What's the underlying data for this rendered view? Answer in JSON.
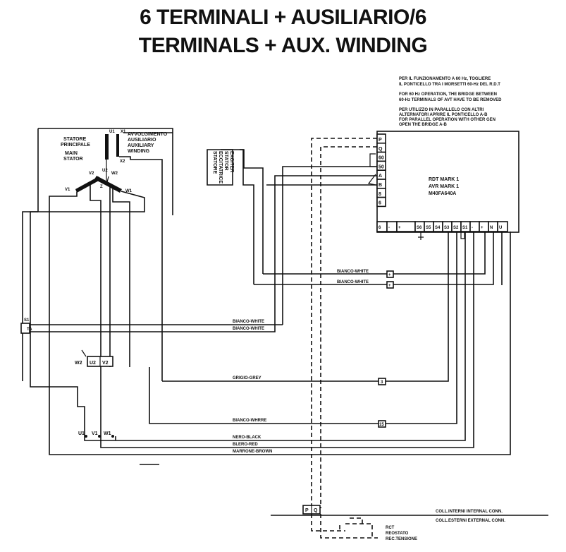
{
  "title": {
    "line1": "6 TERMINALI + AUSILIARIO/6",
    "line2": "TERMINALS + AUX. WINDING"
  },
  "notes": {
    "n1a": "PER IL FUNZIONAMENTO A 60 Hz, TOGLIERE",
    "n1b": "IL PONTICELLO TRA I MORSETTI 60-Hz DEL R.D.T",
    "n2a": "FOR 60 Hz OPERATION, THE BRIDGE BETWEEN",
    "n2b": "60-Hz TERMINALS OF AVT HAVE TO BE REMOVED",
    "n3a": "PER UTILIZZO IN PARALLELO CON ALTRI",
    "n3b": "ALTERNATORI APRIRE IL PONTICELLO A-B",
    "n3c": "FOR PARALLEL OPERATION WITH OTHER GEN",
    "n3d": "OPEN THE BRIDGE A-B"
  },
  "stator": {
    "it1": "STATORE",
    "it2": "PRINCIPALE",
    "en1": "MAIN",
    "en2": "STATOR"
  },
  "aux_winding": {
    "it1": "AVVOLGIMENTO",
    "it2": "AUSILIARIO",
    "en1": "AUXILIARY",
    "en2": "WINDING"
  },
  "exciter": {
    "it1": "STATORE",
    "it2": "ECCITATRICE",
    "en1": "STATOR",
    "en2": "EXCITER"
  },
  "coil_labels": {
    "u1": "U1",
    "u2": "U2",
    "v1": "V1",
    "v2": "V2",
    "w1": "W1",
    "w2": "W2",
    "x1": "X1",
    "x2": "X2",
    "z": "Z"
  },
  "avr": {
    "line1": "RDT MARK 1",
    "line2": "AVR MARK 1",
    "line3": "M40FA640A",
    "left_terminals": [
      "P",
      "Q",
      "60",
      "50",
      "A",
      "B",
      "8",
      "6"
    ],
    "bottom_terminals": [
      "6",
      "-",
      "+",
      "S6",
      "S5",
      "S4",
      "S3",
      "S2",
      "S1",
      "-",
      "+",
      "N",
      "U"
    ]
  },
  "wires": {
    "bianco_white_1": "BIANCO-WHITE",
    "bianco_white_2": "BIANCO-WHITE",
    "bianco_white_3": "BIANCO-WHITE",
    "bianco_white_4": "BIANCO-WHITE",
    "grigio_grey": "GRIGIO-GREY",
    "bianco_whrre": "BIANCO-WHRRE",
    "nero_black": "NERO-BLACK",
    "blero_red": "BLERO-RED",
    "marrone_brown": "MARRONE-BROWN"
  },
  "connectors": {
    "plus1": "+",
    "plus2": "+",
    "c3": "3",
    "c15": "15"
  },
  "terminal_block": {
    "w2": "W2",
    "u2": "U2",
    "v2": "V2",
    "u1": "U1",
    "v1": "V1",
    "w1": "W1"
  },
  "ta": {
    "label": "TA",
    "s1": "S1"
  },
  "connection_line": {
    "internal": "COLL.INTERNI INTERNAL CONN.",
    "external": "COLL.ESTERNI EXTERNAL CONN."
  },
  "rct": {
    "line1": "RCT",
    "line2": "REOSTATO",
    "line3": "REC.TENSIONE",
    "p": "P",
    "q": "Q"
  }
}
